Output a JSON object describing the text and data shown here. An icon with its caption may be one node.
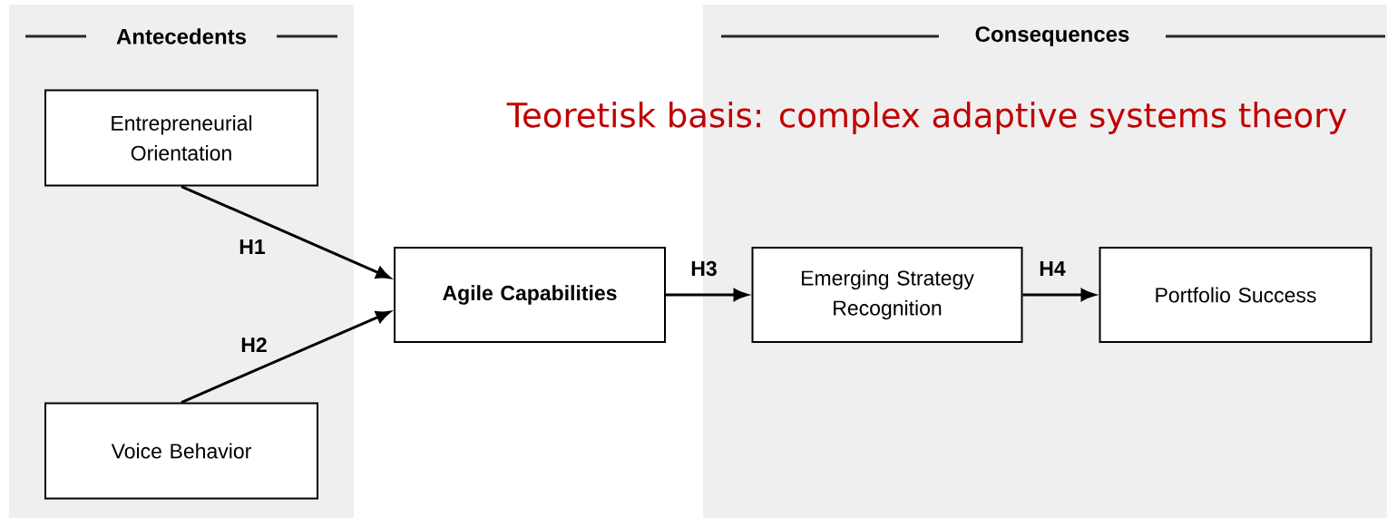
{
  "diagram": {
    "nodes": [
      {
        "text": [
          "Antecedents"
        ]
      },
      {
        "text": [
          "Entrepreneurial Orientation"
        ],
        "in": 0
      },
      {
        "text": [
          "Voice Behavior"
        ],
        "in": 0
      },
      {
        "text": [
          "Agile Capabilities"
        ]
      },
      {
        "text": [
          "Consequences"
        ]
      },
      {
        "text": [
          "Emerging Strategy Recognition"
        ],
        "in": 4
      },
      {
        "text": [
          "Portfolio Success"
        ],
        "in": 4
      }
    ],
    "edges": [
      {
        "from": 1,
        "to": 3,
        "arrow": "to",
        "label": "H1"
      },
      {
        "from": 2,
        "to": 3,
        "arrow": "to",
        "label": "H2"
      },
      {
        "from": 3,
        "to": 5,
        "arrow": "to",
        "label": "H3"
      },
      {
        "from": 5,
        "to": 6,
        "arrow": "to",
        "label": "H4"
      }
    ],
    "labels": [
      "Teoretisk basis: complex adaptive systems theory"
    ]
  }
}
